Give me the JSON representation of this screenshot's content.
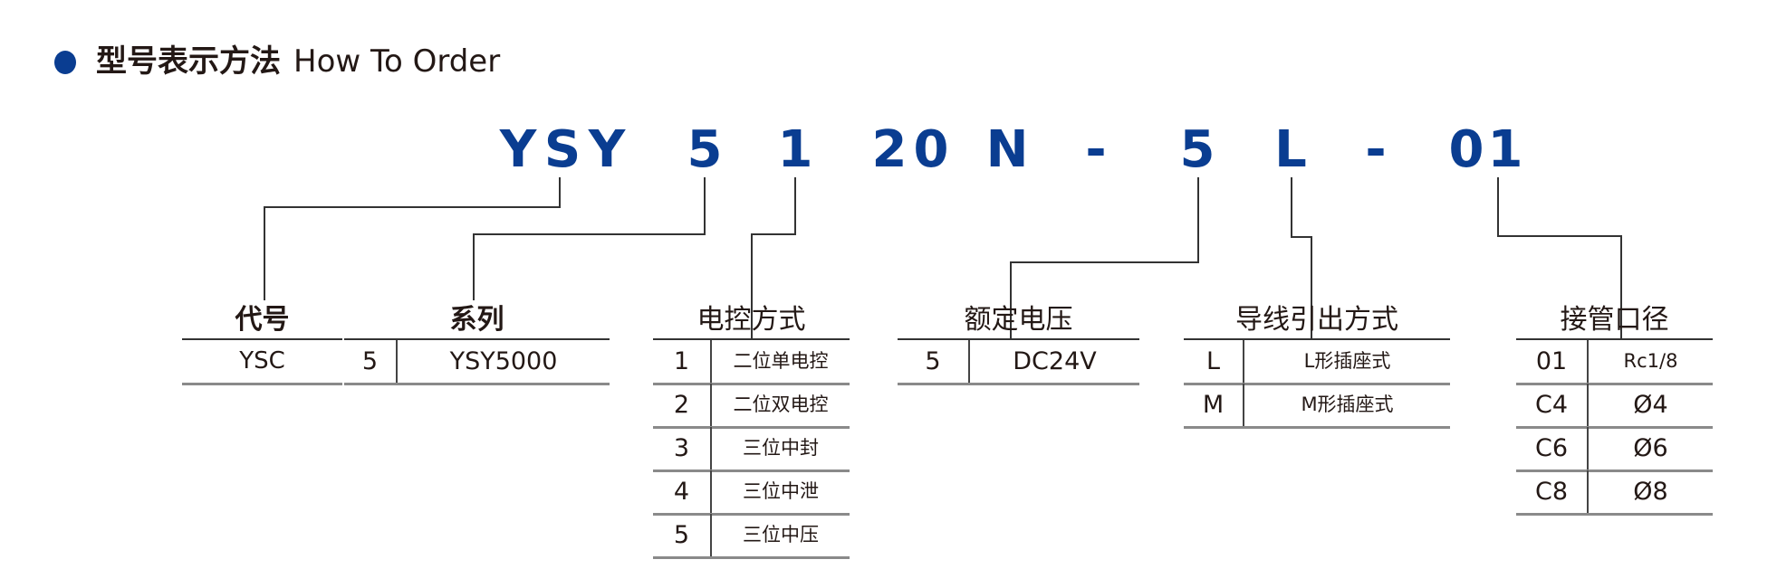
{
  "header": {
    "title_cn": "型号表示方法",
    "title_en": "How To Order",
    "accent": "#0a3d91"
  },
  "code": [
    "Y",
    "S",
    "Y",
    "5",
    "1",
    "2",
    "0",
    "N",
    "-",
    "5",
    "L",
    "-",
    "0",
    "1"
  ],
  "tables": {
    "code_label": {
      "header": "代号",
      "value": "YSC"
    },
    "series": {
      "header": "系列",
      "rows": [
        [
          "5",
          "YSY5000"
        ]
      ]
    },
    "control": {
      "header": "电控方式",
      "rows": [
        [
          "1",
          "二位单电控"
        ],
        [
          "2",
          "二位双电控"
        ],
        [
          "3",
          "三位中封"
        ],
        [
          "4",
          "三位中泄"
        ],
        [
          "5",
          "三位中压"
        ]
      ]
    },
    "voltage": {
      "header": "额定电压",
      "rows": [
        [
          "5",
          "DC24V"
        ]
      ]
    },
    "wiring": {
      "header": "导线引出方式",
      "rows": [
        [
          "L",
          "L形插座式"
        ],
        [
          "M",
          "M形插座式"
        ]
      ]
    },
    "port": {
      "header": "接管口径",
      "rows": [
        [
          "01",
          "Rc1/8"
        ],
        [
          "C4",
          "Ø4"
        ],
        [
          "C6",
          "Ø6"
        ],
        [
          "C8",
          "Ø8"
        ]
      ]
    }
  }
}
